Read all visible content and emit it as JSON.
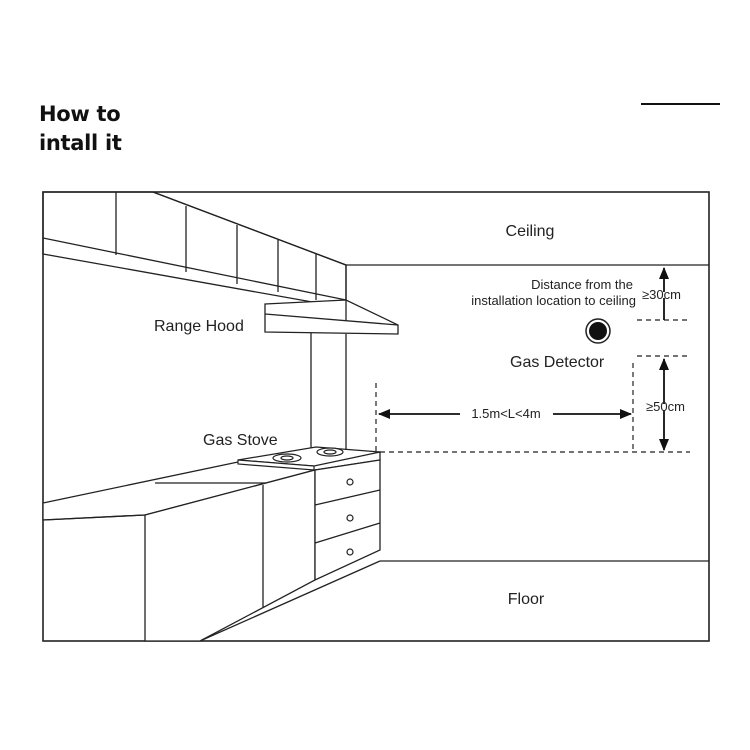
{
  "header": {
    "title_line1": "How to",
    "title_line2": "intall it"
  },
  "labels": {
    "ceiling": "Ceiling",
    "floor": "Floor",
    "range_hood": "Range Hood",
    "gas_stove": "Gas Stove",
    "gas_detector": "Gas Detector",
    "distance_line1": "Distance from the",
    "distance_line2": "installation location to ceiling",
    "ceiling_distance": "≥30cm",
    "stove_distance": "≥50cm",
    "horizontal_range": "1.5m<L<4m"
  },
  "icons": {
    "arrows": "arrow-icon",
    "detector": "gas-detector-icon"
  }
}
